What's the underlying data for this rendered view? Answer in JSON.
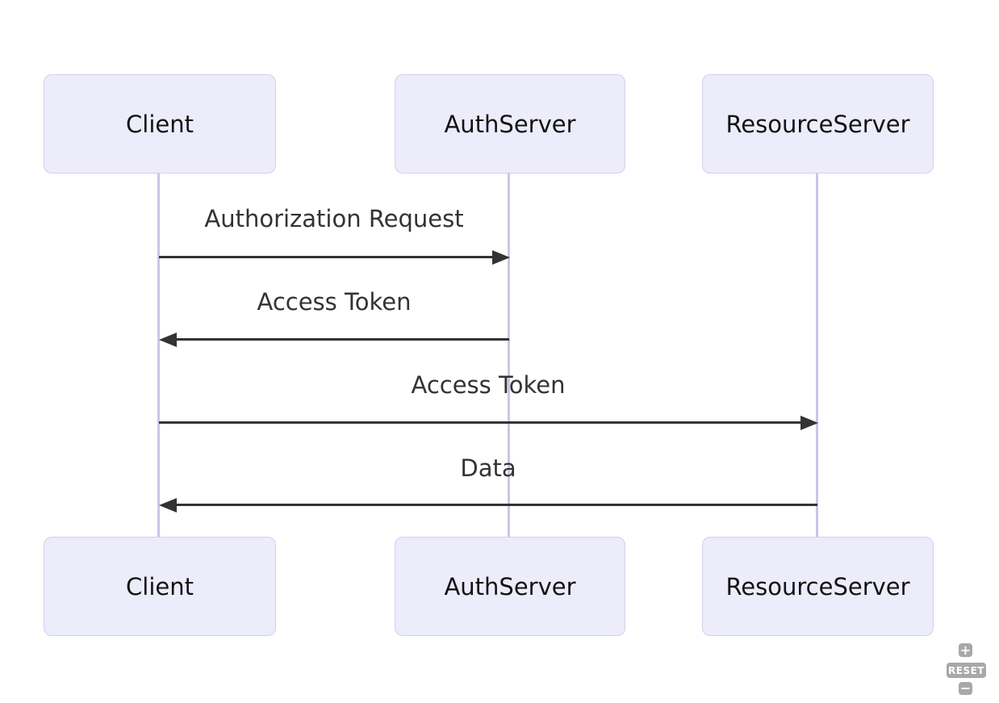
{
  "diagram": {
    "type": "sequence",
    "actors": [
      {
        "label": "Client"
      },
      {
        "label": "AuthServer"
      },
      {
        "label": "ResourceServer"
      }
    ],
    "messages": [
      {
        "label": "Authorization Request",
        "from": "Client",
        "to": "AuthServer",
        "direction": "right",
        "line": "solid"
      },
      {
        "label": "Access Token",
        "from": "AuthServer",
        "to": "Client",
        "direction": "left",
        "line": "solid"
      },
      {
        "label": "Access Token",
        "from": "Client",
        "to": "ResourceServer",
        "direction": "right",
        "line": "solid"
      },
      {
        "label": "Data",
        "from": "ResourceServer",
        "to": "Client",
        "direction": "left",
        "line": "solid"
      }
    ],
    "colors": {
      "actor_fill": "#ECECFB",
      "actor_border": "#D9CDEE",
      "lifeline": "#CFC3E9",
      "message_text": "#333333",
      "arrow": "#333333"
    }
  },
  "controls": {
    "zoom_in_label": "+",
    "reset_label": "RESET",
    "zoom_out_label": "−",
    "button_bg": "#A8A8A8",
    "button_text_color": "#FFFFFF"
  }
}
